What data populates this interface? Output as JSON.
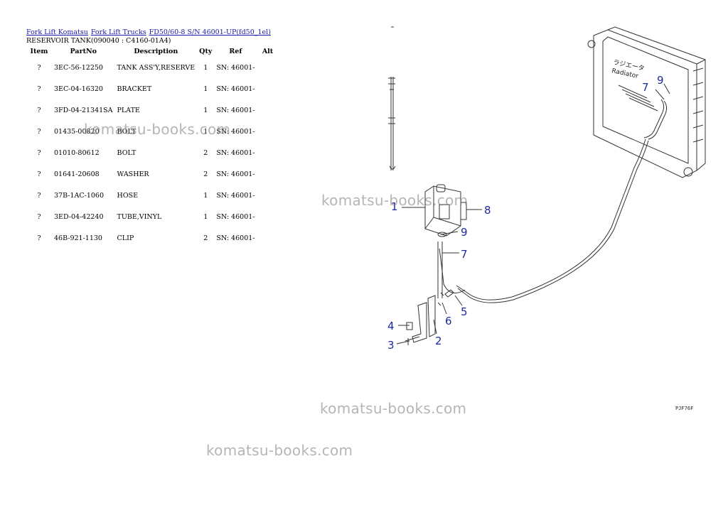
{
  "breadcrumb": [
    {
      "label": "Fork Lift Komatsu"
    },
    {
      "label": "Fork Lift Trucks"
    },
    {
      "label": "FD50/60-8 S/N 46001-UP(fd50_1el)"
    }
  ],
  "subtitle": "RESERVOIR TANK(090040 : C4160-01A4)",
  "table": {
    "headers": [
      "Item",
      "PartNo",
      "Description",
      "Qty",
      "Ref",
      "Alt"
    ],
    "rows": [
      {
        "item": "?",
        "part": "3EC-56-12250",
        "desc": "TANK ASS'Y,RESERVE",
        "qty": "1",
        "ref": "SN: 46001-",
        "alt": ""
      },
      {
        "item": "?",
        "part": "3EC-04-16320",
        "desc": "BRACKET",
        "qty": "1",
        "ref": "SN: 46001-",
        "alt": ""
      },
      {
        "item": "?",
        "part": "3FD-04-21341SA",
        "desc": "PLATE",
        "qty": "1",
        "ref": "SN: 46001-",
        "alt": ""
      },
      {
        "item": "?",
        "part": "01435-00820",
        "desc": "BOLT",
        "qty": "1",
        "ref": "SN: 46001-",
        "alt": ""
      },
      {
        "item": "?",
        "part": "01010-80612",
        "desc": "BOLT",
        "qty": "2",
        "ref": "SN: 46001-",
        "alt": ""
      },
      {
        "item": "?",
        "part": "01641-20608",
        "desc": "WASHER",
        "qty": "2",
        "ref": "SN: 46001-",
        "alt": ""
      },
      {
        "item": "?",
        "part": "37B-1AC-1060",
        "desc": "HOSE",
        "qty": "1",
        "ref": "SN: 46001-",
        "alt": ""
      },
      {
        "item": "?",
        "part": "3ED-04-42240",
        "desc": "TUBE,VINYL",
        "qty": "1",
        "ref": "SN: 46001-",
        "alt": ""
      },
      {
        "item": "?",
        "part": "46B-921-1130",
        "desc": "CLIP",
        "qty": "2",
        "ref": "SN: 46001-",
        "alt": ""
      }
    ]
  },
  "watermarks": [
    "komatsu-books.com",
    "komatsu-books.com",
    "komatsu-books.com",
    "komatsu-books.com"
  ],
  "diagram": {
    "callouts": [
      "1",
      "2",
      "3",
      "4",
      "5",
      "6",
      "7",
      "7",
      "8",
      "9",
      "9"
    ],
    "radiator_jp": "ラジエータ",
    "radiator_en": "Radiator",
    "drawing_code": "PJF76F"
  },
  "colors": {
    "link": "#1a1aa6",
    "callout": "#1c2a9c",
    "watermark": "#787878"
  }
}
